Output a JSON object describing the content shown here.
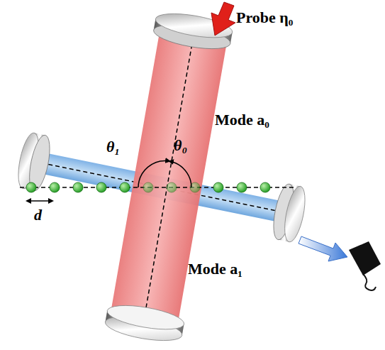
{
  "diagram": {
    "labels": [
      "Probe η₀",
      "Mode a₀",
      "Mode a₁",
      "θ₁",
      "θ₀",
      "d"
    ]
  }
}
